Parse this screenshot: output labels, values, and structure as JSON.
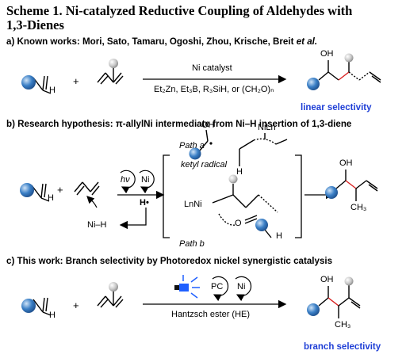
{
  "scheme": {
    "title_line1": "Scheme 1. Ni-catalyzed Reductive Coupling of Aldehydes with",
    "title_line2": "1,3-Dienes"
  },
  "section_a": {
    "heading_prefix": "a) Known works: Mori, Sato, Tamaru, Ogoshi, Zhou, Krische, Breit",
    "heading_etal": "et al.",
    "catalyst": "Ni catalyst",
    "reductants": "Et₂Zn, Et₃B, R₃SiH, or (CH₂O)ₙ",
    "aldehyde_H": "H",
    "plus": "+",
    "product_OH": "OH",
    "selectivity": "linear selectivity"
  },
  "section_b": {
    "heading": "b) Research hypothesis: π-allylNi intermediate from Ni–H insertion of 1,3-diene",
    "hv": "hν",
    "ni": "Ni",
    "h_radical": "H•",
    "nih": "Ni–H",
    "path_a": "Path a",
    "path_b": "Path b",
    "ketyl": "ketyl radical",
    "radical_OH": "OH",
    "niln": "NiLn",
    "lnni": "LnNi",
    "o_label": "O",
    "h_label1": "H",
    "h_label2": "H",
    "aldehyde_H": "H",
    "plus": "+",
    "product_OH": "OH",
    "ch3": "CH₃"
  },
  "section_c": {
    "heading": "c) This work: Branch selectivity by Photoredox nickel synergistic catalysis",
    "pc": "PC",
    "ni": "Ni",
    "reagent": "Hantzsch ester (HE)",
    "aldehyde_H": "H",
    "plus": "+",
    "product_OH": "OH",
    "ch3": "CH₃",
    "selectivity": "branch selectivity"
  },
  "colors": {
    "sphere_blue": "#3a7fc6",
    "sphere_grey": "#c8c8c8",
    "bond_red": "#d81e1e",
    "selectivity_blue": "#1f3fd6",
    "led_blue": "#2060ff"
  }
}
